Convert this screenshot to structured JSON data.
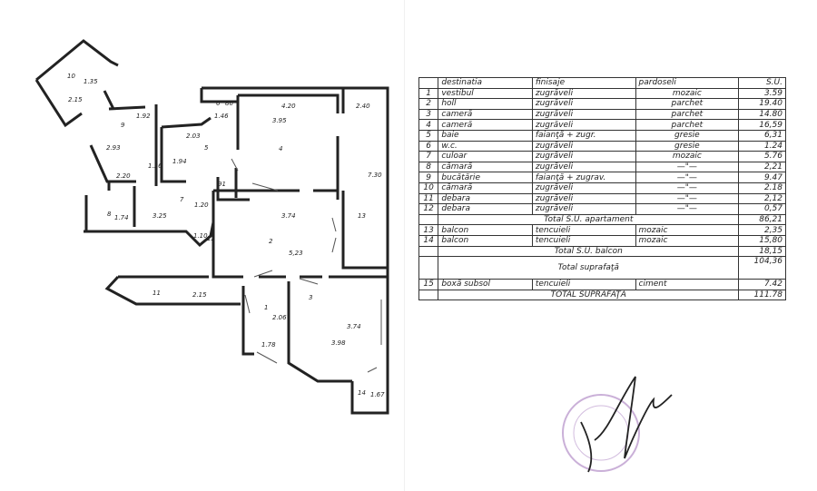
{
  "floor_plan": {
    "rooms": [
      {
        "no": "1",
        "dims": [
          "2.06",
          "1.78"
        ]
      },
      {
        "no": "2",
        "dims": [
          "3.74",
          "5,23"
        ]
      },
      {
        "no": "3",
        "dims": [
          "3.74",
          "3.98"
        ]
      },
      {
        "no": "4",
        "dims": [
          "4.20",
          "3.95"
        ]
      },
      {
        "no": "5",
        "dims": [
          "2.03",
          "1.94"
        ]
      },
      {
        "no": "6",
        "dims": [
          "86",
          "1.46"
        ]
      },
      {
        "no": "7",
        "dims": [
          "3.25",
          "1.20",
          "91"
        ]
      },
      {
        "no": "8",
        "dims": [
          "1.74"
        ]
      },
      {
        "no": "9",
        "dims": [
          "1.92",
          "2.93",
          "2.20",
          "1.36"
        ]
      },
      {
        "no": "10",
        "dims": [
          "2.15",
          "1.35"
        ]
      },
      {
        "no": "11",
        "dims": [
          "2.15"
        ]
      },
      {
        "no": "12",
        "dims": [
          "1.10"
        ]
      },
      {
        "no": "13",
        "dims": [
          "2.40",
          "7.30"
        ]
      },
      {
        "no": "14",
        "dims": [
          "1.67"
        ]
      }
    ]
  },
  "table": {
    "headers": [
      "destinatia",
      "finisaje",
      "pardoseli",
      "S.U."
    ],
    "rows": [
      {
        "no": "1",
        "name": "vestibul",
        "finish": "zugrăveli",
        "floor": "mozaic",
        "area": "3.59"
      },
      {
        "no": "2",
        "name": "holl",
        "finish": "zugrăveli",
        "floor": "parchet",
        "area": "19.40"
      },
      {
        "no": "3",
        "name": "cameră",
        "finish": "zugrăveli",
        "floor": "parchet",
        "area": "14.80"
      },
      {
        "no": "4",
        "name": "cameră",
        "finish": "zugrăveli",
        "floor": "parchet",
        "area": "16,59"
      },
      {
        "no": "5",
        "name": "baie",
        "finish": "faianţă + zugr.",
        "floor": "gresie",
        "area": "6,31"
      },
      {
        "no": "6",
        "name": "w.c.",
        "finish": "zugrăveli",
        "floor": "gresie",
        "area": "1.24"
      },
      {
        "no": "7",
        "name": "culoar",
        "finish": "zugrăveli",
        "floor": "mozaic",
        "area": "5.76"
      },
      {
        "no": "8",
        "name": "cămară",
        "finish": "zugrăveli",
        "floor": "—\"—",
        "area": "2,21"
      },
      {
        "no": "9",
        "name": "bucătărie",
        "finish": "faianţă + zugrav.",
        "floor": "—\"—",
        "area": "9.47"
      },
      {
        "no": "10",
        "name": "cămară",
        "finish": "zugrăveli",
        "floor": "—\"—",
        "area": "2.18"
      },
      {
        "no": "11",
        "name": "debara",
        "finish": "zugrăveli",
        "floor": "—\"—",
        "area": "2,12"
      },
      {
        "no": "12",
        "name": "debara",
        "finish": "zugrăveli",
        "floor": "—\"—",
        "area": "0,57"
      }
    ],
    "total_apartment": {
      "label": "Total S.U. apartament",
      "area": "86,21"
    },
    "balcony_rows": [
      {
        "no": "13",
        "name": "balcon",
        "finish": "tencuieli",
        "floor": "mozaic",
        "area": "2,35"
      },
      {
        "no": "14",
        "name": "balcon",
        "finish": "tencuieli",
        "floor": "mozaic",
        "area": "15,80"
      }
    ],
    "total_balcony": {
      "label": "Total S.U. balcon",
      "area": "18,15"
    },
    "total_surface": {
      "label": "Total suprafaţă",
      "area": "104,36"
    },
    "basement_row": {
      "no": "15",
      "name": "boxă subsol",
      "finish": "tencuieli",
      "floor": "ciment",
      "area": "7.42"
    },
    "grand_total": {
      "label": "TOTAL SUPRAFAŢA",
      "area": "111.78"
    }
  },
  "colors": {
    "ink": "#222222",
    "stamp": "#b48fc8"
  }
}
